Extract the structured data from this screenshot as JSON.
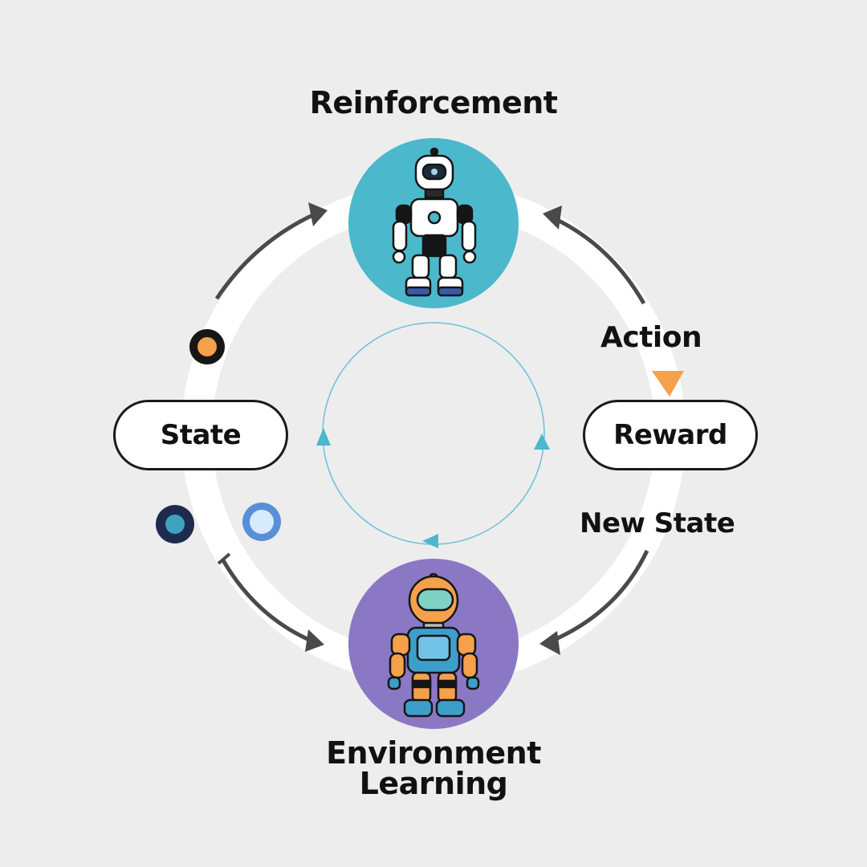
{
  "title_top": "Reinforcement",
  "title_bottom_line1": "Environment",
  "title_bottom_line2": "Learning",
  "nodes": {
    "state": "State",
    "reward": "Reward"
  },
  "edge_labels": {
    "action": "Action",
    "new_state": "New State"
  },
  "colors": {
    "background": "#ededed",
    "agent_circle": "#4bb8cc",
    "environment_circle": "#8a78c4",
    "accent_orange": "#f5a04a",
    "inner_cycle": "#5fb6d4",
    "arrow": "#444444"
  },
  "icons": [
    "agent-robot-icon",
    "environment-robot-icon",
    "orange-dot-icon",
    "navy-dot-icon",
    "blue-dot-icon"
  ]
}
